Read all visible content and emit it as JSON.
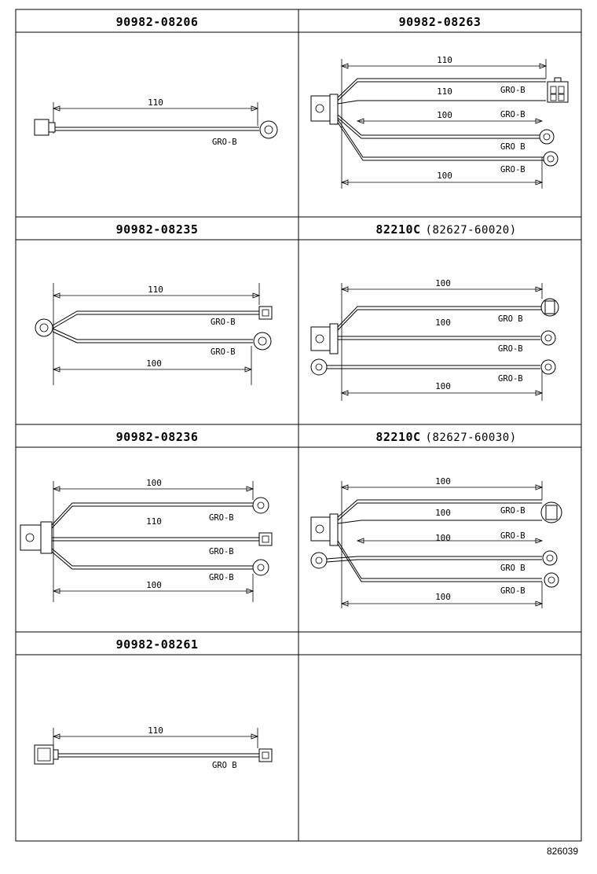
{
  "cells": [
    {
      "part": "90982-08206",
      "sub": "",
      "labels": [
        "GRO-B"
      ],
      "dims": [
        "110"
      ]
    },
    {
      "part": "90982-08263",
      "sub": "",
      "labels": [
        "GRO-B",
        "GRO-B",
        "GRO B",
        "GRO-B"
      ],
      "dims": [
        "110",
        "110",
        "100",
        "100"
      ]
    },
    {
      "part": "90982-08235",
      "sub": "",
      "labels": [
        "GRO-B",
        "GRO-B"
      ],
      "dims": [
        "110",
        "100"
      ]
    },
    {
      "part": "82210C",
      "sub": "(82627-60020)",
      "labels": [
        "GRO B",
        "GRO-B",
        "GRO-B"
      ],
      "dims": [
        "100",
        "100",
        "100"
      ]
    },
    {
      "part": "90982-08236",
      "sub": "",
      "labels": [
        "GRO-B",
        "GRO-B",
        "GRO-B"
      ],
      "dims": [
        "100",
        "110",
        "100"
      ]
    },
    {
      "part": "82210C",
      "sub": "(82627-60030)",
      "labels": [
        "GRO-B",
        "GRO-B",
        "GRO B",
        "GRO-B"
      ],
      "dims": [
        "100",
        "100",
        "100",
        "100"
      ]
    },
    {
      "part": "90982-08261",
      "sub": "",
      "labels": [
        "GRO B"
      ],
      "dims": [
        "110"
      ]
    },
    {
      "part": "",
      "sub": "",
      "labels": [],
      "dims": []
    }
  ],
  "doc_code": "826039"
}
